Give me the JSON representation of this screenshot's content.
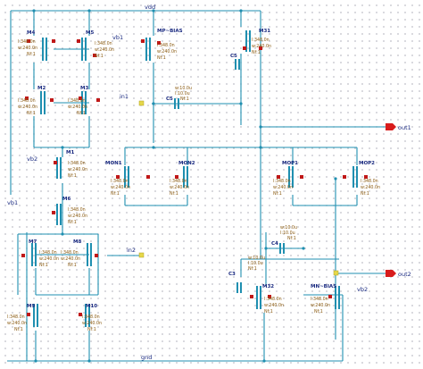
{
  "nets": {
    "vdd": "vdd",
    "gnd": "gnd",
    "out1": "out1",
    "out2": "out2",
    "in1": "in1",
    "in2": "in2",
    "vb1": "vb1",
    "vb2": "vb2"
  },
  "devices": [
    {
      "name": "M4",
      "params": [
        "l:348.0n",
        "w:240.0n",
        "Nf:1"
      ]
    },
    {
      "name": "M5",
      "params": [
        "l:348.0n",
        "w:240.0n",
        "Nf:1"
      ]
    },
    {
      "name": "MP~BIAS",
      "params": [
        "l:348.0n",
        "w:240.0n",
        "Nf:1"
      ]
    },
    {
      "name": "M31",
      "params": [
        "l:348.0n",
        "w:240.0n",
        "Nf:1"
      ]
    },
    {
      "name": "M2",
      "params": [
        "l:348.0n",
        "w:240.0n",
        "Nf:1"
      ]
    },
    {
      "name": "M3",
      "params": [
        "l:348.0n",
        "w:240.0n",
        "Nf:1"
      ]
    },
    {
      "name": "M1",
      "params": [
        "l:348.0n",
        "w:240.0n",
        "Nf:1"
      ]
    },
    {
      "name": "MON1",
      "params": [
        "l:348.0n",
        "w:240.0n",
        "Nf:1"
      ]
    },
    {
      "name": "MON2",
      "params": [
        "l:348.0n",
        "w:240.0n",
        "Nf:1"
      ]
    },
    {
      "name": "MOP1",
      "params": [
        "l:348.0n",
        "w:240.0n",
        "Nf:1"
      ]
    },
    {
      "name": "MOP2",
      "params": [
        "l:348.0n",
        "w:240.0n",
        "Nf:1"
      ]
    },
    {
      "name": "M6",
      "params": [
        "l:348.0n",
        "w:240.0n",
        "Nf:1"
      ]
    },
    {
      "name": "M7",
      "params": [
        "l:348.0n",
        "w:240.0n",
        "Nf:1"
      ]
    },
    {
      "name": "M8",
      "params": [
        "l:348.0n",
        "w:240.0n",
        "Nf:1"
      ]
    },
    {
      "name": "M32",
      "params": [
        "l:348.0n",
        "w:240.0n",
        "Nf:1"
      ]
    },
    {
      "name": "MN~BIAS",
      "params": [
        "l:348.0n",
        "w:240.0n",
        "Nf:1"
      ]
    },
    {
      "name": "M9",
      "params": [
        "l:348.0n",
        "w:240.0n",
        "Nf:1"
      ]
    },
    {
      "name": "M10",
      "params": [
        "l:348.0n",
        "w:240.0n",
        "Nf:1"
      ]
    }
  ],
  "capacitors": [
    {
      "name": "C5",
      "params": [
        "w:10.0u",
        "l:10.0u",
        "Nf:1"
      ]
    },
    {
      "name": "C4",
      "params": [
        "w:10.0u",
        "l:10.0u",
        "Nf:1"
      ]
    },
    {
      "name": "C3",
      "params": [
        "w:10.0u",
        "l:10.0u",
        "Nf:1"
      ]
    },
    {
      "name": "C5",
      "params": [
        "w:10.0u",
        "l:10.0u",
        "Nf:1"
      ]
    }
  ]
}
